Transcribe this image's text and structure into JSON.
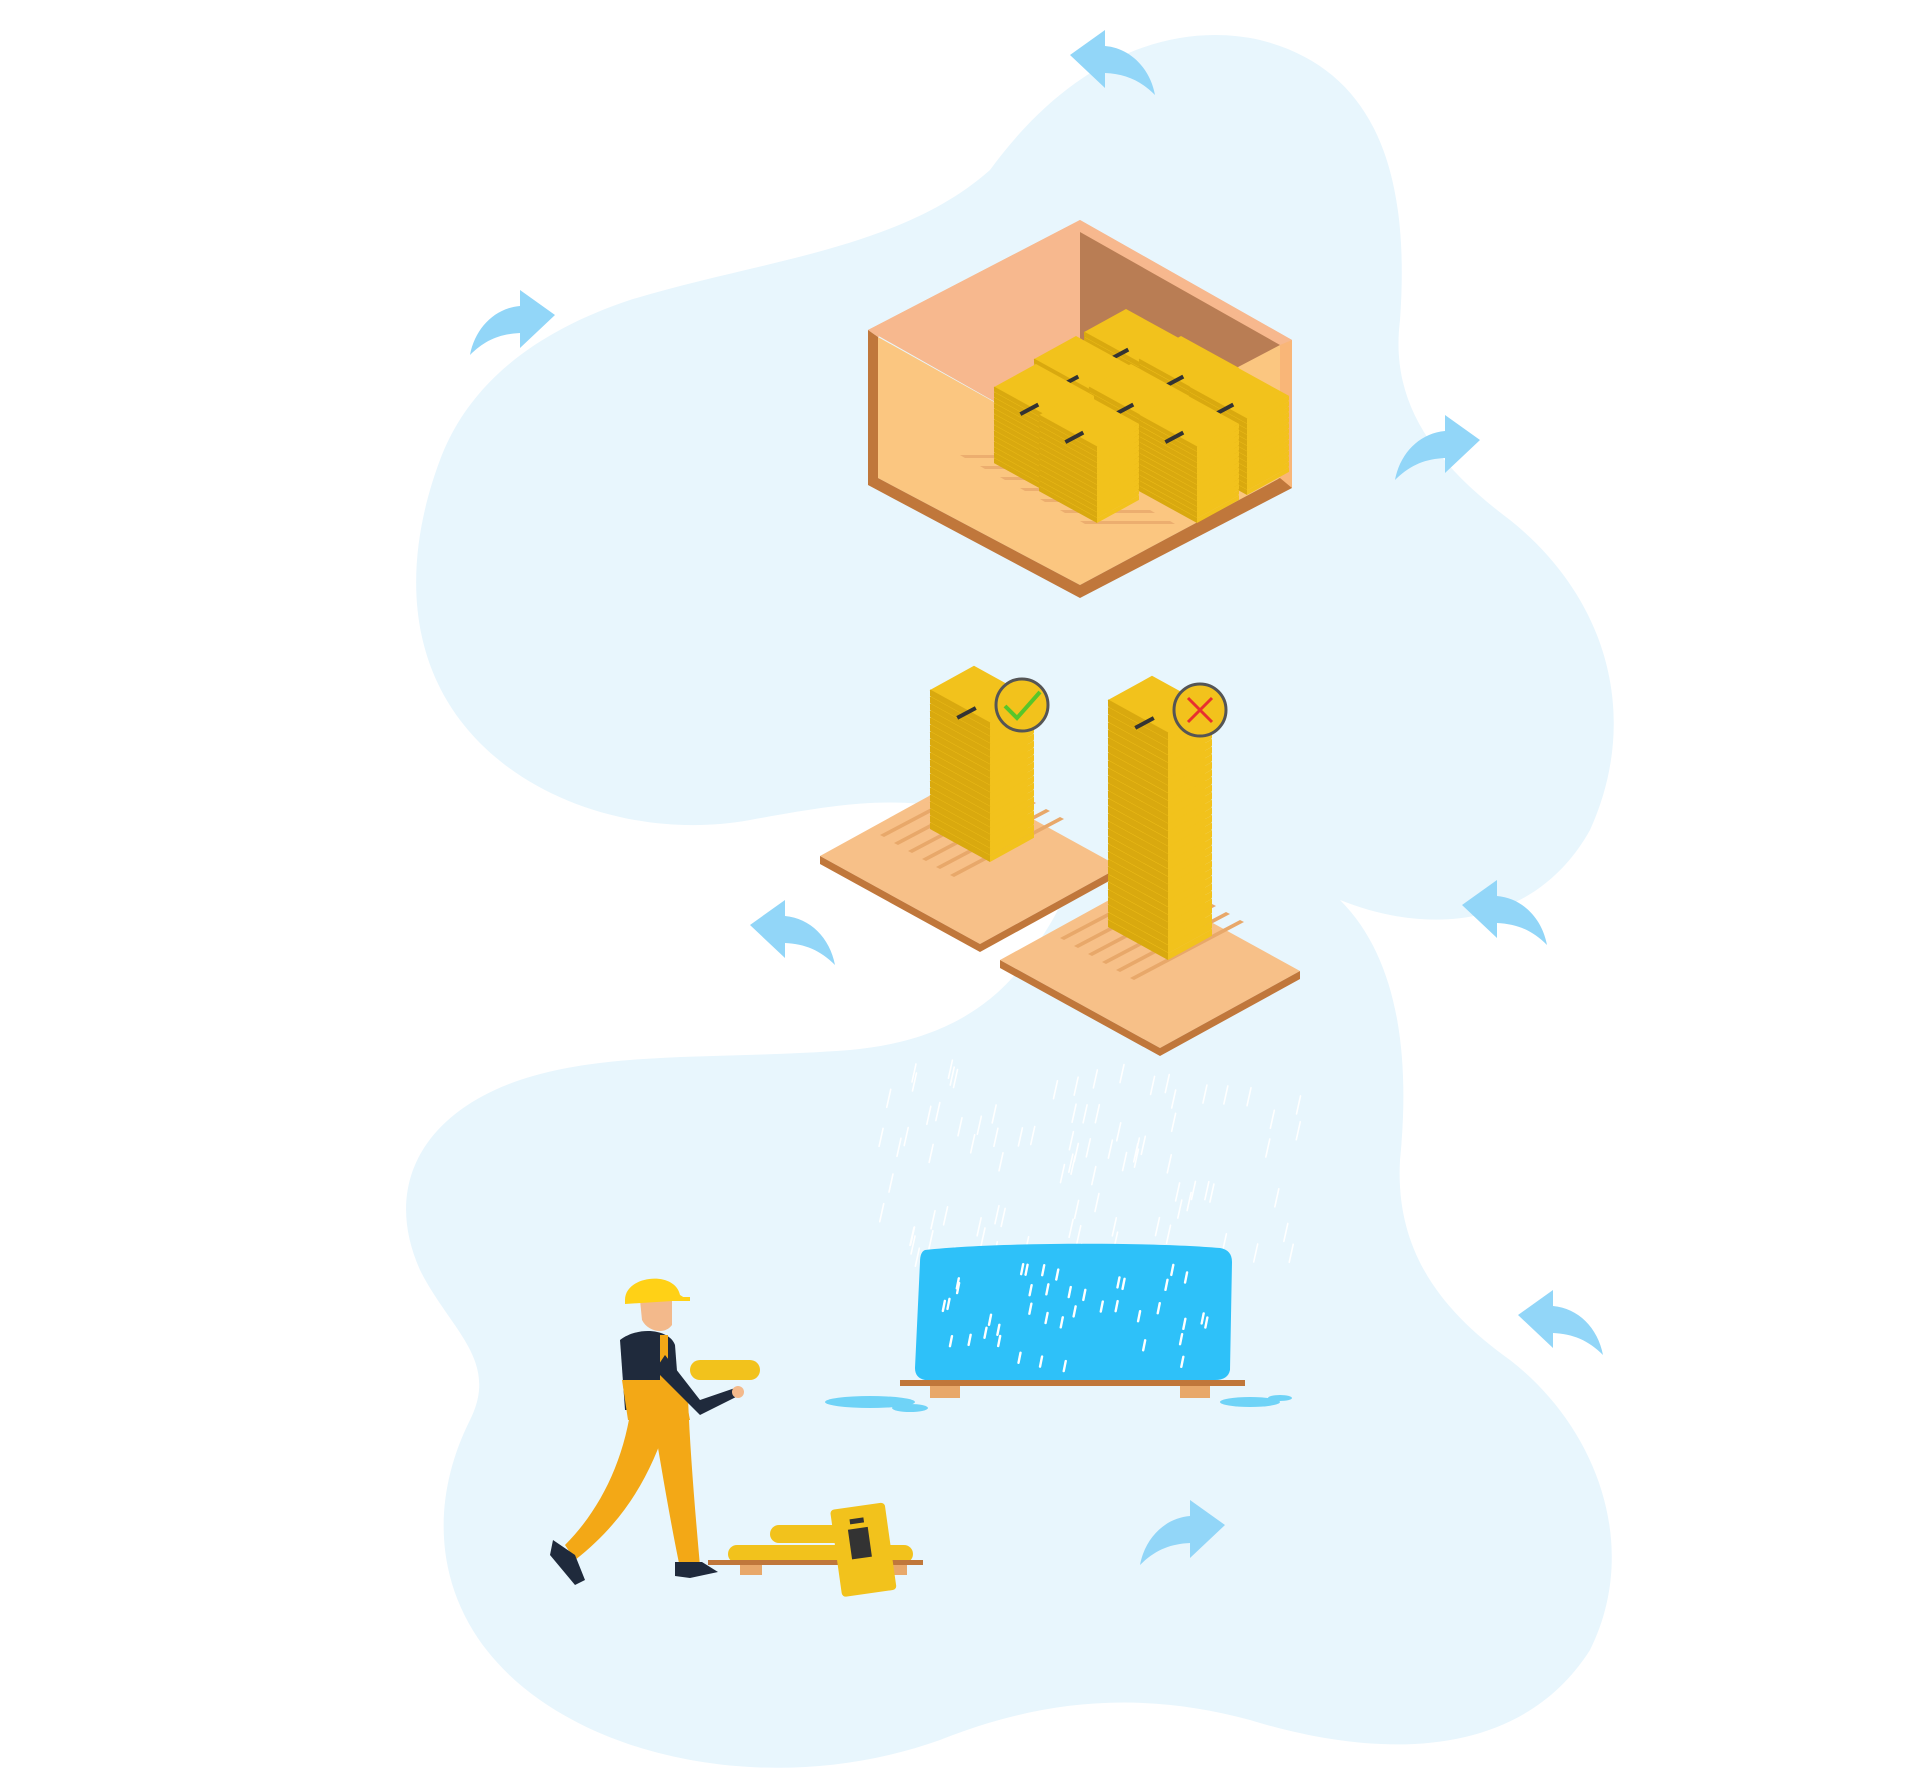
{
  "colors": {
    "page_background": "#ffffff",
    "blob": "#e8f6fd",
    "arrow": "#92d6f8",
    "bag_yellow": "#f2c21c",
    "bag_shadow": "#d9a90f",
    "pallet_wood": "#e8a86a",
    "board_top": "#f7c088",
    "board_edge": "#c0773b",
    "storage_room_floor": "#fbc680",
    "storage_room_wall_left": "#f9b678",
    "storage_room_wall_right": "#b97d54",
    "storage_room_rim": "#f7b88e",
    "tarp_blue": "#2ec1f9",
    "water_puddle": "#6fd3f7",
    "check_green": "#58c62a",
    "cross_red": "#e8302f",
    "badge_ring": "#555555",
    "worker_helmet": "#ffd116",
    "worker_trousers": "#f3a816",
    "worker_shirt": "#1f2a3c",
    "worker_skin": "#f3b98b"
  },
  "icons": {
    "airflow_arrow": "curved-arrow-icon",
    "correct_stack": "checkmark-icon",
    "incorrect_stack": "cross-icon",
    "rain": "raindrop-icon"
  },
  "scenes": {
    "indoor_storage": {
      "bags_per_pallet_layer": 8
    },
    "stack_height": {
      "correct_stack_bags": 20,
      "incorrect_stack_bags": 30,
      "correct_badge": "checkmark-icon",
      "incorrect_badge": "cross-icon"
    },
    "rain_protection": {
      "raindrops_on_tarp": 40,
      "falling_raindrops": 90
    },
    "handling": {
      "fallen_bags": 4
    }
  }
}
